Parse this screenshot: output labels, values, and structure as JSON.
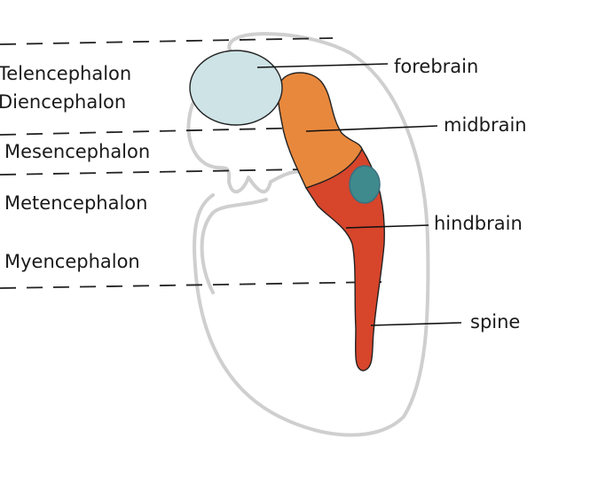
{
  "regions": {
    "telencephalon": "Telencephalon",
    "diencephalon": "Diencephalon",
    "mesencephalon": "Mesencephalon",
    "metencephalon": "Metencephalon",
    "myencephalon": "Myencephalon"
  },
  "parts": {
    "forebrain": "forebrain",
    "midbrain": "midbrain",
    "hindbrain": "hindbrain",
    "spine": "spine"
  },
  "colors": {
    "forebrain": "#cde3e6",
    "midbrain": "#e8883c",
    "hindbrain": "#d7452b",
    "spot": "#3f8a8c",
    "outline": "#cfcfcf"
  }
}
